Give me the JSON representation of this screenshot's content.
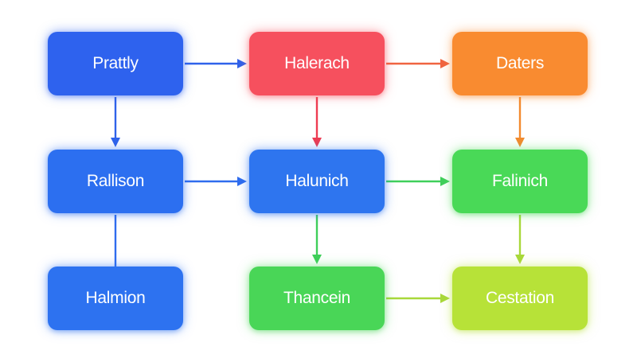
{
  "nodes": {
    "prattly": {
      "label": "Prattly",
      "color": "#2e62ee"
    },
    "halerach": {
      "label": "Halerach",
      "color": "#f6505e"
    },
    "daters": {
      "label": "Daters",
      "color": "#f98b30"
    },
    "rallison": {
      "label": "Rallison",
      "color": "#2c6ff0"
    },
    "halunich": {
      "label": "Halunich",
      "color": "#2e75ef"
    },
    "falinich": {
      "label": "Falinich",
      "color": "#49d957"
    },
    "halmion": {
      "label": "Halmion",
      "color": "#2d72f0"
    },
    "thancein": {
      "label": "Thancein",
      "color": "#49d657"
    },
    "cestation": {
      "label": "Cestation",
      "color": "#b7e238"
    }
  },
  "edges": [
    {
      "from": "prattly",
      "to": "halerach",
      "color": "#2f62ea",
      "arrow": true
    },
    {
      "from": "halerach",
      "to": "daters",
      "color": "#f06440",
      "arrow": true
    },
    {
      "from": "prattly",
      "to": "rallison",
      "color": "#2f62ea",
      "arrow": true
    },
    {
      "from": "halerach",
      "to": "halunich",
      "color": "#ee3c52",
      "arrow": true
    },
    {
      "from": "daters",
      "to": "falinich",
      "color": "#f38a2e",
      "arrow": true
    },
    {
      "from": "rallison",
      "to": "halunich",
      "color": "#2f6cee",
      "arrow": true
    },
    {
      "from": "halunich",
      "to": "falinich",
      "color": "#3fcf5a",
      "arrow": true
    },
    {
      "from": "rallison",
      "to": "halmion",
      "color": "#2f6cee",
      "arrow": false
    },
    {
      "from": "halunich",
      "to": "thancein",
      "color": "#3fcf5a",
      "arrow": true
    },
    {
      "from": "falinich",
      "to": "cestation",
      "color": "#a8d83a",
      "arrow": true
    },
    {
      "from": "thancein",
      "to": "cestation",
      "color": "#a8d83a",
      "arrow": true
    }
  ]
}
